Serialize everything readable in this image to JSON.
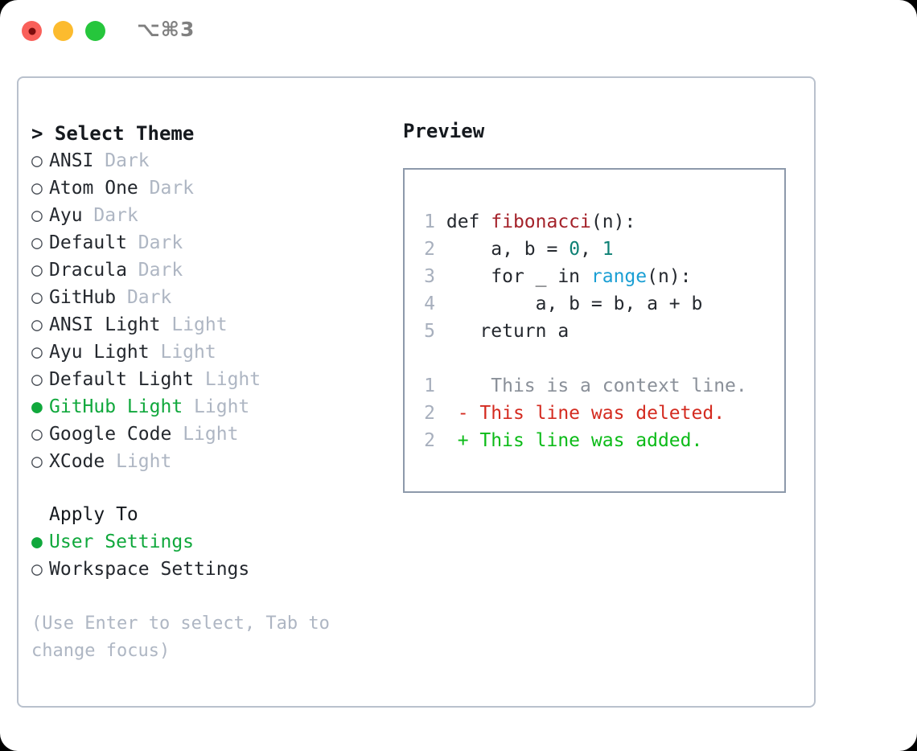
{
  "window": {
    "shortcut_label": "⌥⌘3",
    "traffic_lights": [
      "close-red",
      "minimize-yellow",
      "maximize-green"
    ]
  },
  "theme_picker": {
    "header": "> Select Theme",
    "bullet_unselected": "○",
    "bullet_selected": "●",
    "items": [
      {
        "bullet": "○",
        "name": "ANSI",
        "tag": "Dark",
        "selected": false
      },
      {
        "bullet": "○",
        "name": "Atom One",
        "tag": "Dark",
        "selected": false
      },
      {
        "bullet": "○",
        "name": "Ayu",
        "tag": "Dark",
        "selected": false
      },
      {
        "bullet": "○",
        "name": "Default",
        "tag": "Dark",
        "selected": false
      },
      {
        "bullet": "○",
        "name": "Dracula",
        "tag": "Dark",
        "selected": false
      },
      {
        "bullet": "○",
        "name": "GitHub",
        "tag": "Dark",
        "selected": false
      },
      {
        "bullet": "○",
        "name": "ANSI Light",
        "tag": "Light",
        "selected": false
      },
      {
        "bullet": "○",
        "name": "Ayu Light",
        "tag": "Light",
        "selected": false
      },
      {
        "bullet": "○",
        "name": "Default Light",
        "tag": "Light",
        "selected": false
      },
      {
        "bullet": "●",
        "name": "GitHub Light",
        "tag": "Light",
        "selected": true
      },
      {
        "bullet": "○",
        "name": "Google Code",
        "tag": "Light",
        "selected": false
      },
      {
        "bullet": "○",
        "name": "XCode",
        "tag": "Light",
        "selected": false
      }
    ]
  },
  "apply_to": {
    "header": "Apply To",
    "options": [
      {
        "bullet": "●",
        "label": "User Settings",
        "selected": true
      },
      {
        "bullet": "○",
        "label": "Workspace Settings",
        "selected": false
      }
    ]
  },
  "hint": "(Use Enter to select, Tab to change focus)",
  "preview": {
    "header": "Preview",
    "code_lines": [
      {
        "no": "1",
        "parts": [
          {
            "t": "def ",
            "c": "code-txt"
          },
          {
            "t": "fibonacci",
            "c": "tok-fn"
          },
          {
            "t": "(n):",
            "c": "code-txt"
          }
        ]
      },
      {
        "no": "2",
        "parts": [
          {
            "t": "    a, b = ",
            "c": "code-txt"
          },
          {
            "t": "0",
            "c": "tok-num"
          },
          {
            "t": ", ",
            "c": "code-txt"
          },
          {
            "t": "1",
            "c": "tok-num"
          }
        ]
      },
      {
        "no": "3",
        "parts": [
          {
            "t": "    for _ in ",
            "c": "code-txt"
          },
          {
            "t": "range",
            "c": "tok-call"
          },
          {
            "t": "(n):",
            "c": "code-txt"
          }
        ]
      },
      {
        "no": "4",
        "parts": [
          {
            "t": "        a, b = b, a + b",
            "c": "code-txt"
          }
        ]
      },
      {
        "no": "5",
        "parts": [
          {
            "t": "   return a",
            "c": "code-txt"
          }
        ]
      }
    ],
    "diff_lines": [
      {
        "no": "1",
        "marker": " ",
        "text": "  This is a context line.",
        "kind": "diff-ctx"
      },
      {
        "no": "2",
        "marker": "-",
        "text": " This line was deleted.",
        "kind": "diff-del"
      },
      {
        "no": "2",
        "marker": "+",
        "text": " This line was added.",
        "kind": "diff-add"
      }
    ]
  },
  "colors": {
    "accent_green": "#10a83c",
    "diff_add": "#0cbb18",
    "diff_delete": "#d42b20",
    "diff_context": "#8a9099",
    "function_name": "#a4222a",
    "number_literal": "#0e8175",
    "builtin_call": "#1a9fd4",
    "muted_label": "#aeb6c3",
    "panel_border": "#b9c1cd",
    "preview_border": "#8d99ab",
    "line_number": "#a7afbd",
    "background": "#ffffff"
  }
}
